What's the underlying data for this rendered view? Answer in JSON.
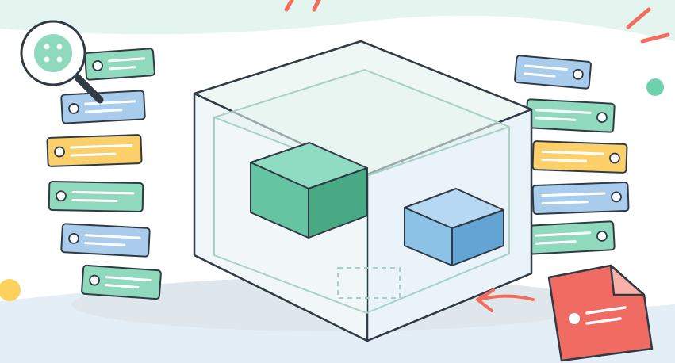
{
  "illustration": {
    "colors": {
      "background": "#ffffff",
      "wave_mint": "#e4f4ee",
      "wave_blue": "#e3eef7",
      "shadow": "#dfe6ec",
      "outline": "#2f3a45",
      "tag_green": "#8fd9bd",
      "tag_blue": "#a9ccec",
      "tag_yellow": "#fbd06b",
      "cube_green_top": "#8fdcc2",
      "cube_green_front": "#65c4a2",
      "cube_green_side": "#4aa985",
      "cube_blue_top": "#b7d8f2",
      "cube_blue_front": "#8cc2e6",
      "cube_blue_side": "#63a4d4",
      "doc_red": "#f06c63",
      "accent_red": "#f36d5e",
      "dot_yellow": "#fcd25e",
      "dot_green": "#6fd0ac"
    },
    "icons": {
      "magnifier": "magnifier-icon",
      "document": "document-icon",
      "arrow": "curved-arrow-icon"
    },
    "tags_left": [
      {
        "color": "green"
      },
      {
        "color": "blue"
      },
      {
        "color": "yellow"
      },
      {
        "color": "green"
      },
      {
        "color": "blue"
      },
      {
        "color": "green"
      }
    ],
    "tags_right": [
      {
        "color": "blue"
      },
      {
        "color": "green"
      },
      {
        "color": "yellow"
      },
      {
        "color": "blue"
      },
      {
        "color": "green"
      }
    ]
  }
}
